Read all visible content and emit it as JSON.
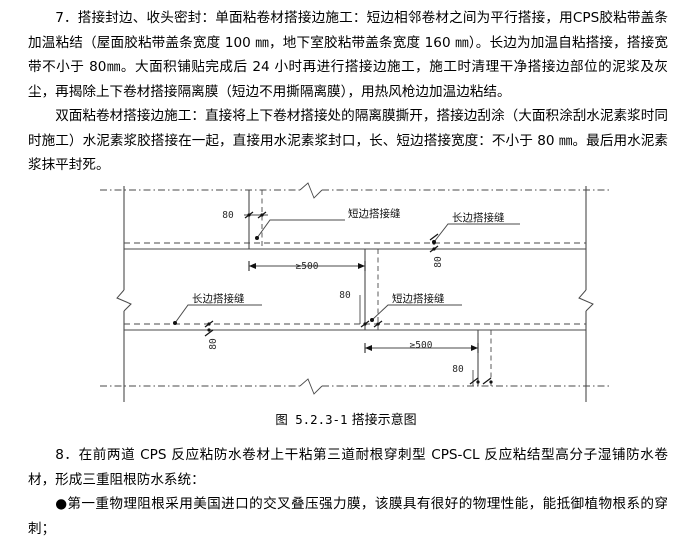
{
  "document": {
    "paragraphs": [
      {
        "id": "para-7",
        "text": "7．搭接封边、收头密封：单面粘卷材搭接边施工：短边相邻卷材之间为平行搭接，用CPS胶粘带盖条加温粘结（屋面胶粘带盖条宽度 100 ㎜，地下室胶粘带盖条宽度 160 ㎜）。长边为加温自粘搭接，搭接宽带不小于 80㎜。大面积铺贴完成后 24 小时再进行搭接边施工，施工时清理干净搭接边部位的泥浆及灰尘，再揭除上下卷材搭接隔离膜（短边不用撕隔离膜），用热风枪边加温边粘结。"
      },
      {
        "id": "para-double",
        "text": "双面粘卷材搭接边施工：直接将上下卷材搭接处的隔离膜撕开，搭接边刮涂（大面积涂刮水泥素浆时同时施工）水泥素浆胶搭接在一起，直接用水泥素浆封口，长、短边搭接宽度：不小于 80 ㎜。最后用水泥素浆抹平封死。"
      },
      {
        "id": "para-8",
        "text": "8．在前两道 CPS 反应粘防水卷材上干粘第三道耐根穿刺型 CPS-CL 反应粘结型高分子湿铺防水卷材，形成三重阻根防水系统："
      },
      {
        "id": "para-bullet-1",
        "text": "●第一重物理阻根采用美国进口的交叉叠压强力膜，该膜具有很好的物理性能，能抵御植物根系的穿刺；"
      }
    ]
  },
  "figure": {
    "caption_number": "图 5.2.3-1",
    "caption_title": "搭接示意图",
    "caption_full": "图 5.2.3-1 搭接示意图",
    "labels": {
      "short_seam": "短边搭接缝",
      "long_seam": "长边搭接缝"
    },
    "dimensions": {
      "overlap_80": "80",
      "spacing_500": "≥500"
    },
    "annotations": [
      {
        "name": "top-80-upper-left",
        "value": "80",
        "orientation": "horizontal"
      },
      {
        "name": "short-seam-upper",
        "value": "短边搭接缝"
      },
      {
        "name": "spacing-upper",
        "value": "≥500"
      },
      {
        "name": "long-seam-upper-right",
        "value": "长边搭接缝"
      },
      {
        "name": "vertical-80-upper-right",
        "value": "80",
        "orientation": "vertical"
      },
      {
        "name": "long-seam-lower-left",
        "value": "长边搭接缝"
      },
      {
        "name": "vertical-80-lower-left",
        "value": "80",
        "orientation": "vertical"
      },
      {
        "name": "mid-80-lower",
        "value": "80",
        "orientation": "horizontal"
      },
      {
        "name": "short-seam-lower",
        "value": "短边搭接缝"
      },
      {
        "name": "spacing-lower",
        "value": "≥500"
      },
      {
        "name": "bottom-80",
        "value": "80",
        "orientation": "horizontal"
      }
    ],
    "colors": {
      "line": "#4a4a4a",
      "dashed": "#555555",
      "text": "#1a1a1a"
    }
  }
}
